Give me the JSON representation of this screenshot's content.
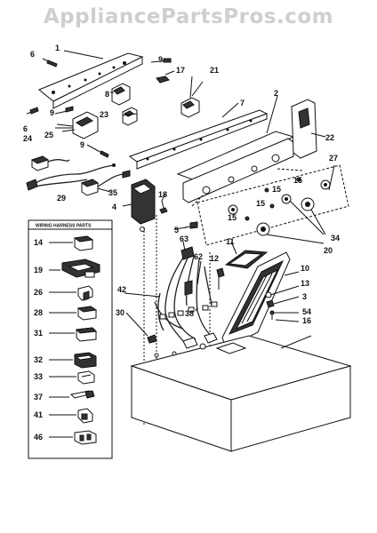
{
  "watermark": "AppliancePartsPros.com",
  "wiring_box": {
    "title": "WIRING HARNESS PARTS",
    "items": [
      "14",
      "19",
      "26",
      "28",
      "31",
      "32",
      "33",
      "37",
      "41",
      "46"
    ]
  },
  "labels": {
    "l1": "1",
    "l2": "2",
    "l3": "3",
    "l4": "4",
    "l5": "5",
    "l6a": "6",
    "l6b": "6",
    "l7": "7",
    "l8": "8",
    "l9a": "9",
    "l9b": "9",
    "l9c": "9",
    "l10": "10",
    "l11": "11",
    "l12": "12",
    "l13": "13",
    "l15a": "15",
    "l15b": "15",
    "l15c": "15",
    "l15d": "15",
    "l16": "16",
    "l17": "17",
    "l18": "18",
    "l20": "20",
    "l21": "21",
    "l22": "22",
    "l23": "23",
    "l24": "24",
    "l25": "25",
    "l27": "27",
    "l29": "29",
    "l30": "30",
    "l34": "34",
    "l35": "35",
    "l38": "38",
    "l42": "42",
    "l54": "54",
    "l62": "62",
    "l63": "63"
  }
}
